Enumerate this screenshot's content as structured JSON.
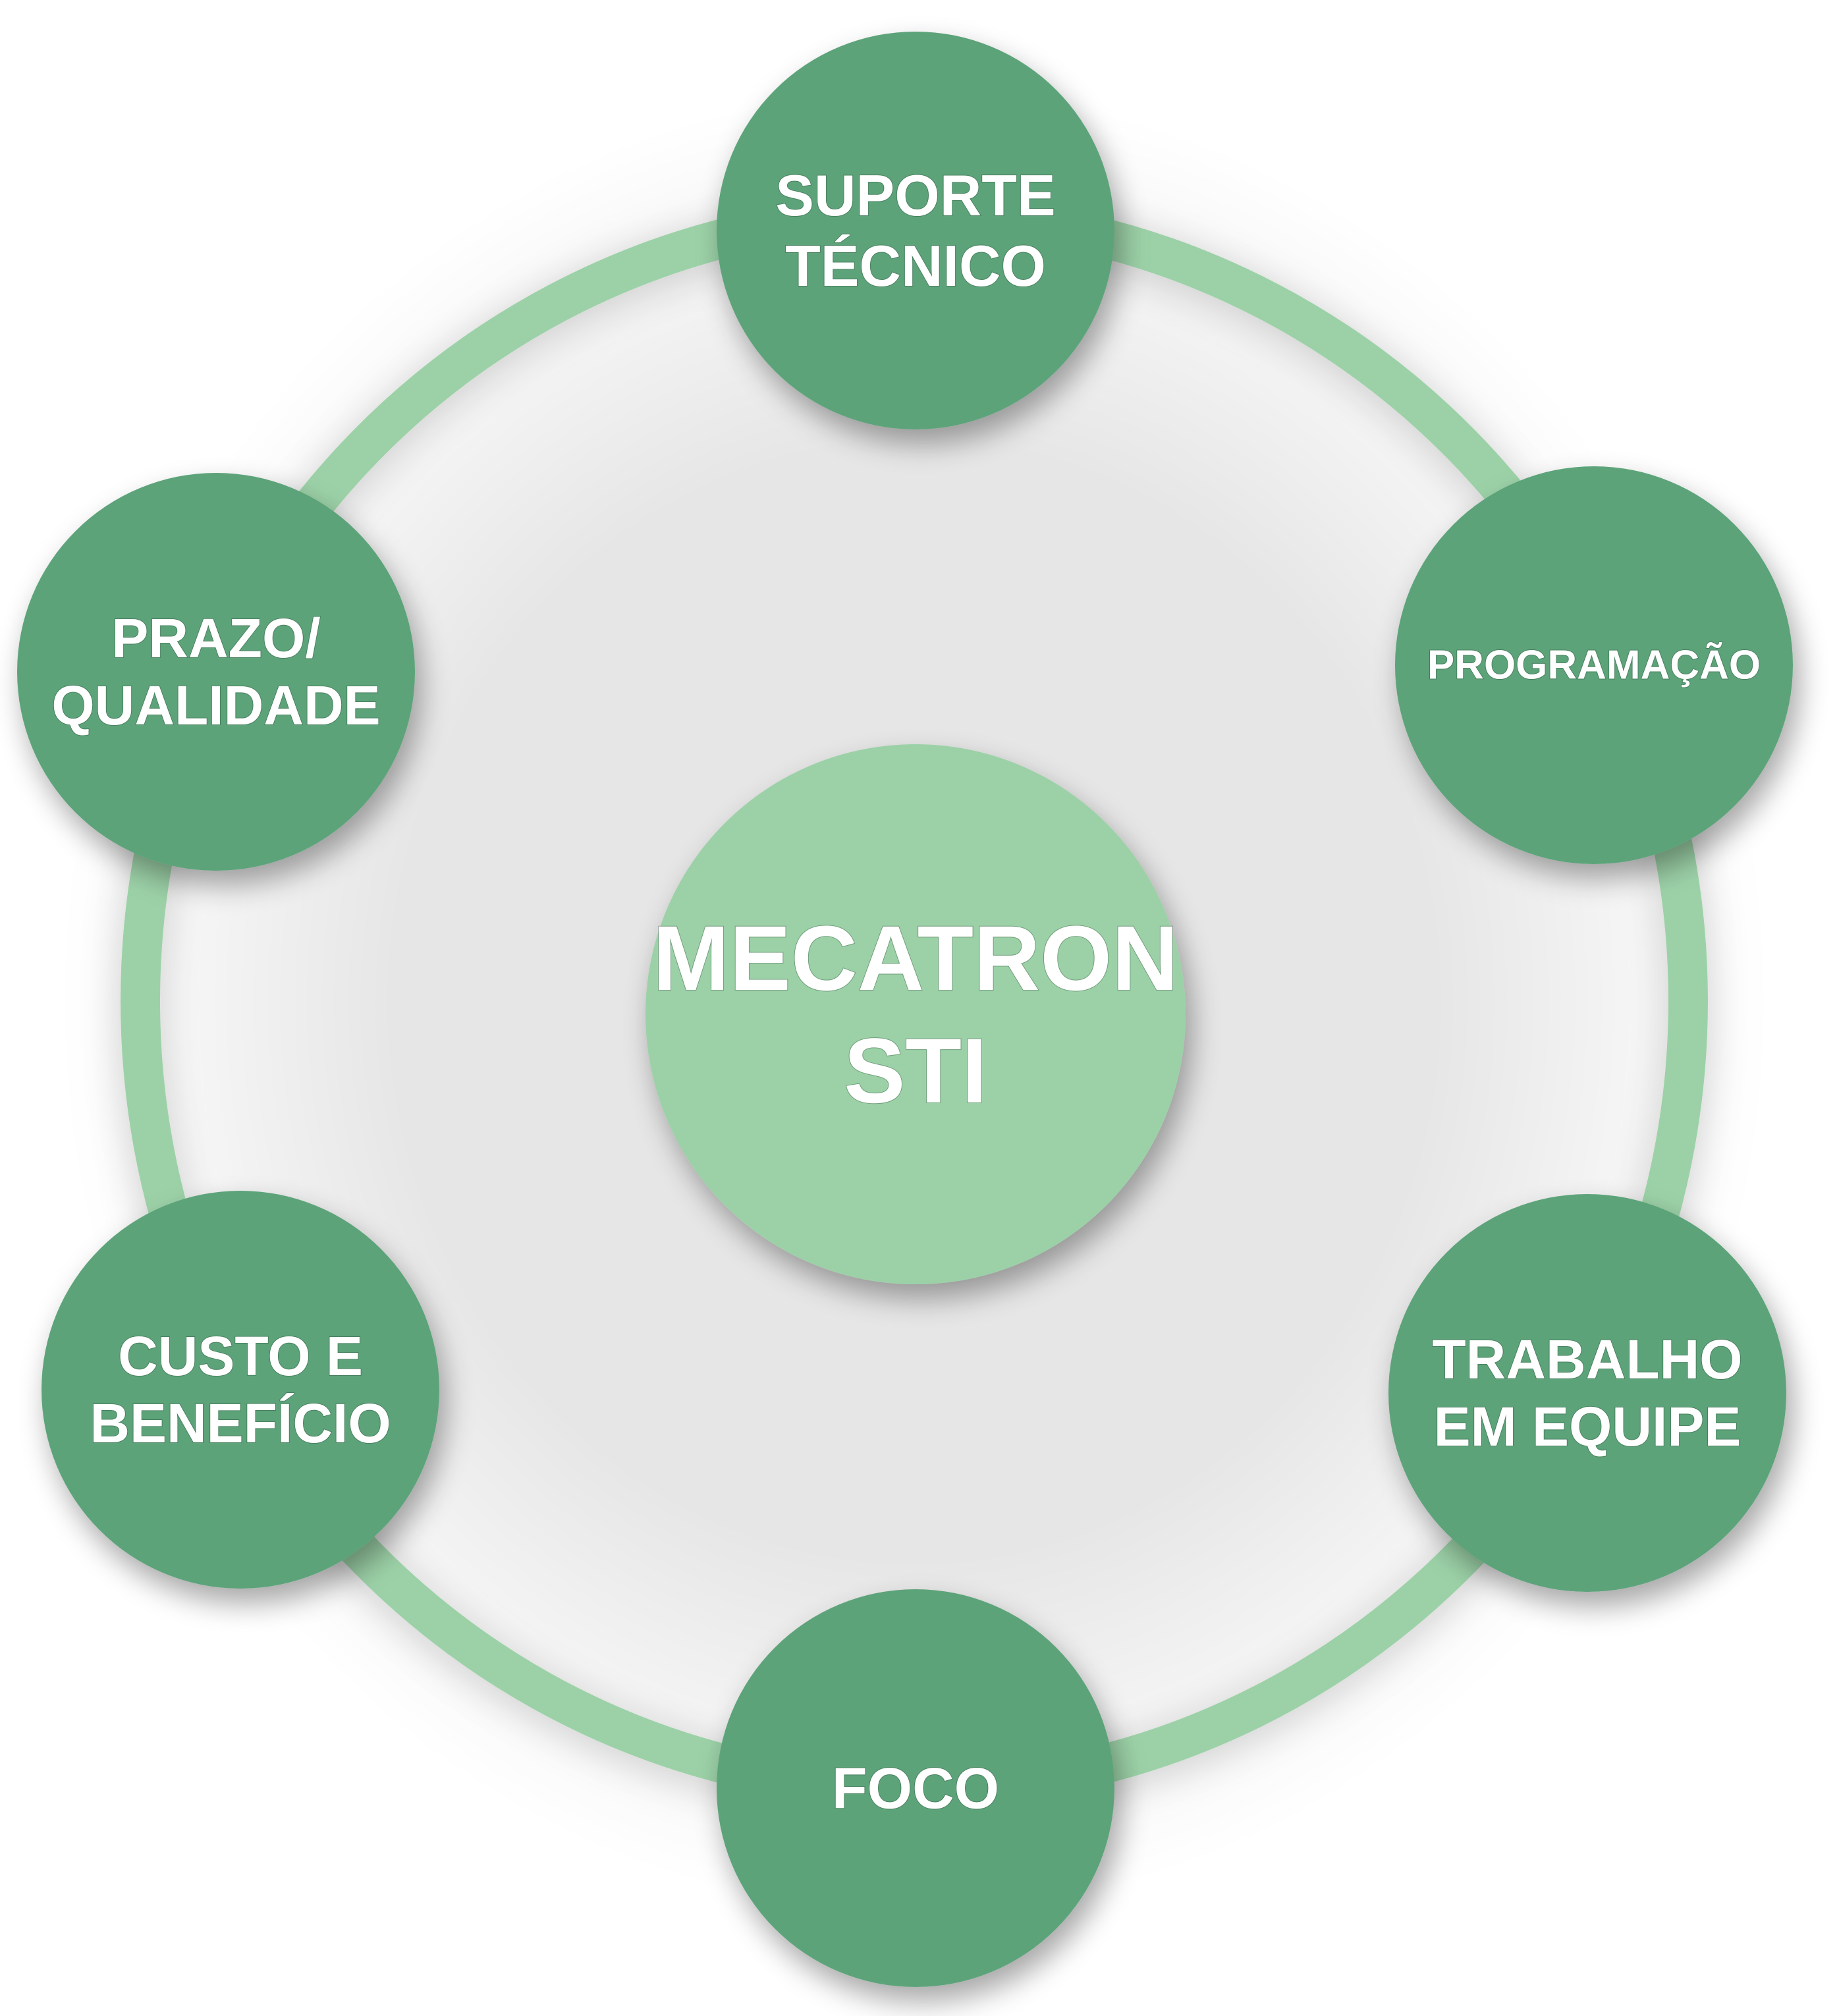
{
  "center": {
    "lines": [
      "MECATRON",
      "STI"
    ]
  },
  "nodes": [
    {
      "id": "suporte-tecnico",
      "lines": [
        "SUPORTE",
        "TÉCNICO"
      ]
    },
    {
      "id": "programacao",
      "lines": [
        "PROGRAMAÇÃO"
      ]
    },
    {
      "id": "trabalho-em-equipe",
      "lines": [
        "TRABALHO",
        "EM EQUIPE"
      ]
    },
    {
      "id": "foco",
      "lines": [
        "FOCO"
      ]
    },
    {
      "id": "custo-e-beneficio",
      "lines": [
        "CUSTO E",
        "BENEFÍCIO"
      ]
    },
    {
      "id": "prazo-qualidade",
      "lines": [
        "PRAZO/",
        "QUALIDADE"
      ]
    }
  ],
  "colors": {
    "ring": "#9cd1a7",
    "node": "#5da37a",
    "center": "#9cd1a7",
    "text": "#ffffff"
  }
}
